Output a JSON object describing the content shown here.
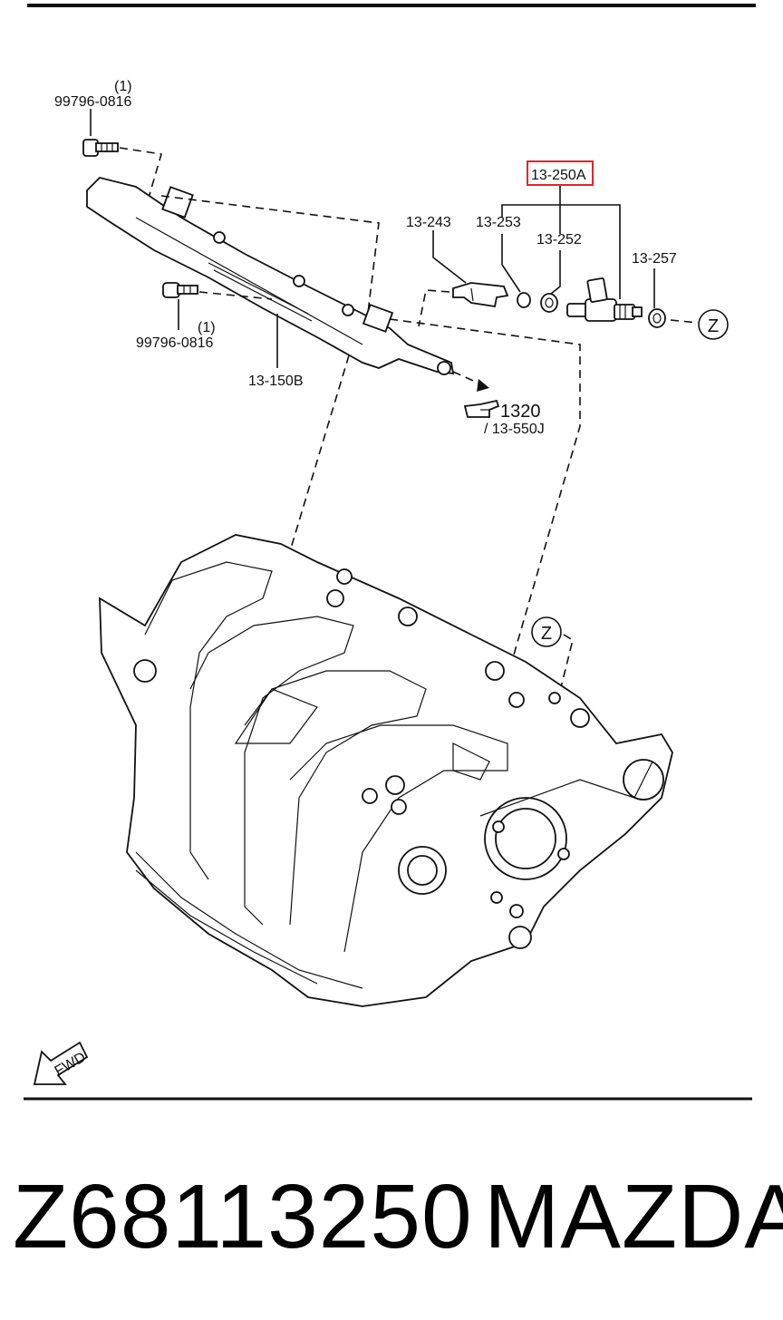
{
  "labels": {
    "bolt_top_qty": "(1)",
    "bolt_top_pn": "99796-0816",
    "bolt_mid_qty": "(1)",
    "bolt_mid_pn": "99796-0816",
    "rail": "13-150B",
    "bracket": "13-243",
    "injector_set": "13-250A",
    "seal_253": "13-253",
    "seal_252": "13-252",
    "seal_257": "13-257",
    "ref_main": "1320",
    "ref_sub": "/ 13-550J",
    "callout_z1": "Z",
    "callout_z2": "Z",
    "fwd": "FWD"
  },
  "colors": {
    "highlight": "#e0252b",
    "ink": "#111111"
  },
  "footer": {
    "part_number": "Z68113250",
    "brand": "MAZDA"
  }
}
